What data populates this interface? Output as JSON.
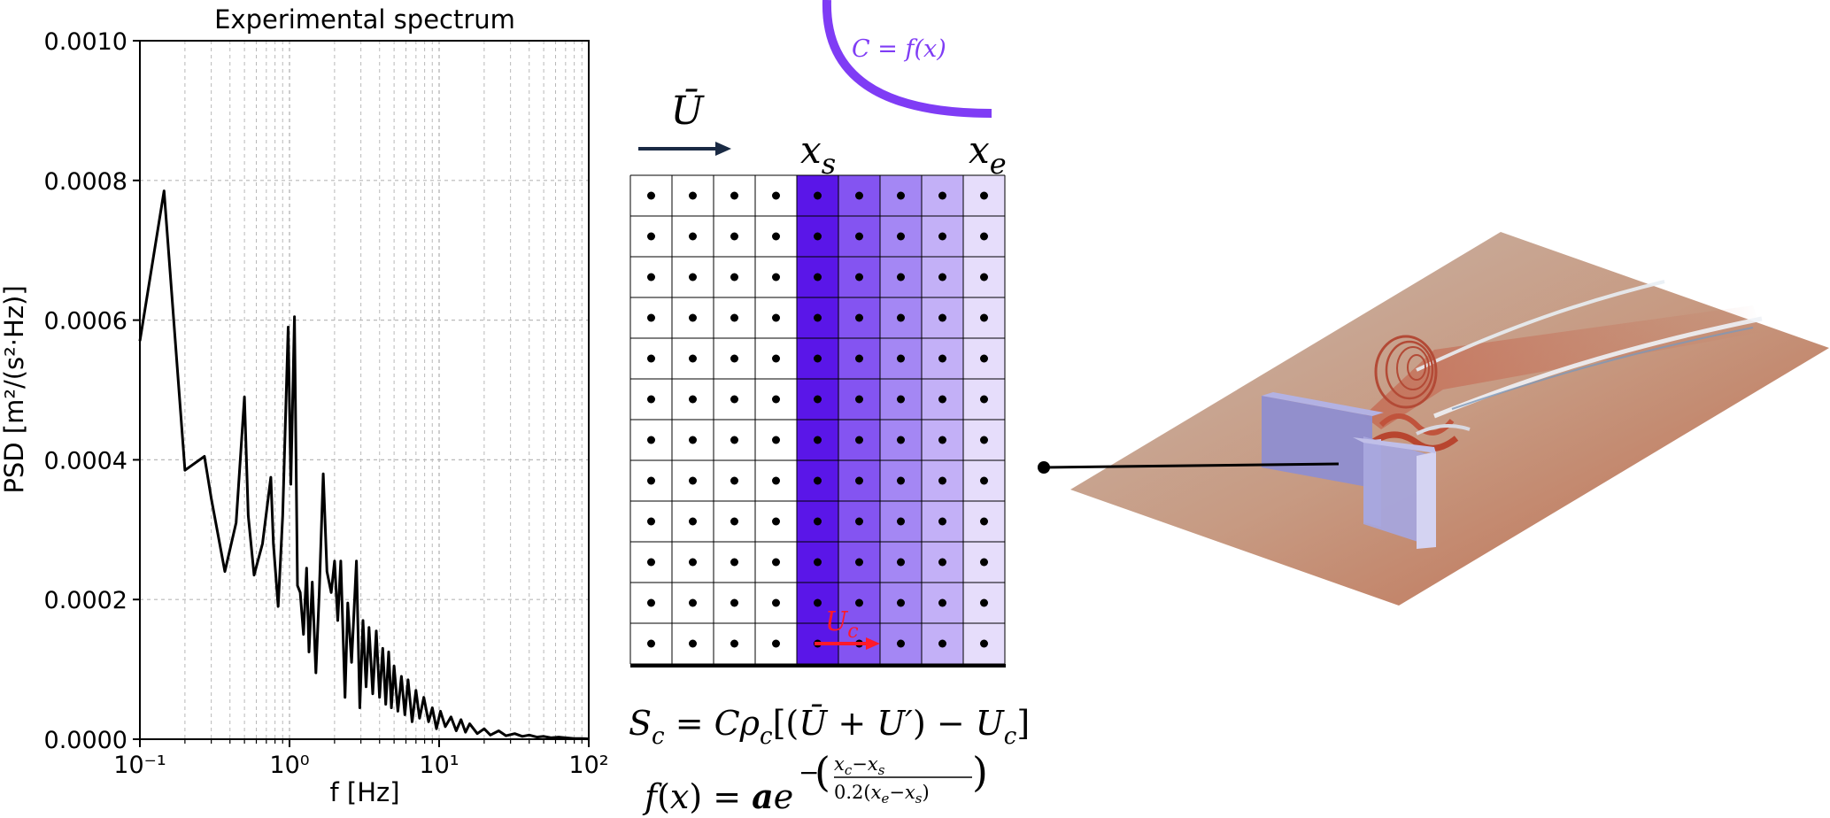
{
  "chart_data": {
    "type": "line",
    "title": "Experimental spectrum",
    "xlabel": "f [Hz]",
    "ylabel": "PSD [m²/(s²·Hz)]",
    "xscale": "log",
    "xlim": [
      0.1,
      100
    ],
    "ylim": [
      0,
      0.001
    ],
    "grid": true,
    "yticks": [
      "0.0000",
      "0.0002",
      "0.0004",
      "0.0006",
      "0.0008",
      "0.0010"
    ],
    "xticks": [
      "10⁻¹",
      "10⁰",
      "10¹",
      "10²"
    ],
    "series": [
      {
        "color": "#000000",
        "x": [
          0.1,
          0.145,
          0.2,
          0.27,
          0.3,
          0.37,
          0.44,
          0.5,
          0.53,
          0.58,
          0.66,
          0.75,
          0.78,
          0.84,
          0.9,
          0.98,
          1.02,
          1.08,
          1.13,
          1.18,
          1.24,
          1.3,
          1.35,
          1.42,
          1.5,
          1.58,
          1.68,
          1.78,
          1.9,
          2.0,
          2.1,
          2.2,
          2.35,
          2.45,
          2.6,
          2.8,
          2.95,
          3.1,
          3.25,
          3.4,
          3.6,
          3.8,
          4.0,
          4.2,
          4.4,
          4.6,
          4.8,
          5.0,
          5.3,
          5.6,
          5.9,
          6.2,
          6.6,
          7.0,
          7.4,
          7.9,
          8.5,
          9.0,
          9.6,
          10.2,
          11,
          12,
          13,
          14,
          15,
          16,
          18,
          20,
          22,
          25,
          28,
          32,
          36,
          40,
          45,
          50,
          56,
          63,
          70,
          80,
          90,
          100
        ],
        "y": [
          0.00057,
          0.000785,
          0.000385,
          0.000405,
          0.000345,
          0.00024,
          0.00031,
          0.00049,
          0.00032,
          0.000235,
          0.00028,
          0.000375,
          0.00028,
          0.00019,
          0.00032,
          0.00059,
          0.000365,
          0.000605,
          0.00022,
          0.00021,
          0.00015,
          0.000245,
          0.000125,
          0.000225,
          9.5e-05,
          0.00021,
          0.00038,
          0.00024,
          0.00021,
          0.000255,
          0.00017,
          0.000255,
          6e-05,
          0.000195,
          0.00011,
          0.000255,
          4.5e-05,
          0.00017,
          7.5e-05,
          0.00016,
          6.5e-05,
          0.000155,
          6e-05,
          0.00013,
          5e-05,
          0.000125,
          4.5e-05,
          0.000105,
          4e-05,
          9e-05,
          3.5e-05,
          8.5e-05,
          2.5e-05,
          7e-05,
          3e-05,
          6e-05,
          2.5e-05,
          4.5e-05,
          1.5e-05,
          4e-05,
          1.8e-05,
          3.2e-05,
          1.2e-05,
          2.8e-05,
          1e-05,
          2.2e-05,
          8e-06,
          1.5e-05,
          6e-06,
          1.2e-05,
          5e-06,
          8e-06,
          4e-06,
          6e-06,
          3e-06,
          4e-06,
          2e-06,
          3e-06,
          2e-06,
          1e-06,
          1e-06,
          5e-07
        ]
      }
    ]
  },
  "diagram": {
    "mean_velocity_label": "Ū",
    "start_label": "x",
    "start_subscript": "s",
    "end_label": "x",
    "end_subscript": "e",
    "curve_label": "C = f(x)",
    "uc_label": "U",
    "uc_subscript": "c",
    "grid_rows": 12,
    "grid_cols": 9,
    "grid_column_fills": [
      "#ffffff",
      "#ffffff",
      "#ffffff",
      "#ffffff",
      "#5a16e8",
      "#8454f1",
      "#a487f4",
      "#c3b0f7",
      "#e6ddfb"
    ],
    "curve_color": "#7f3cf5",
    "arrow_color": "#1a2a44",
    "uc_color": "#ff1a2a",
    "equation_source": "S_c = Cρ_c[(Ū + U′) − U_c]",
    "equation_function": "f(x) = a e^{−((x_c − x_s)/(0.2(x_e − x_s)))}"
  },
  "simulation": {
    "plate_color": "#c98b73",
    "block_color": "#9c9ad6",
    "vortex_color": "#b34a36"
  }
}
